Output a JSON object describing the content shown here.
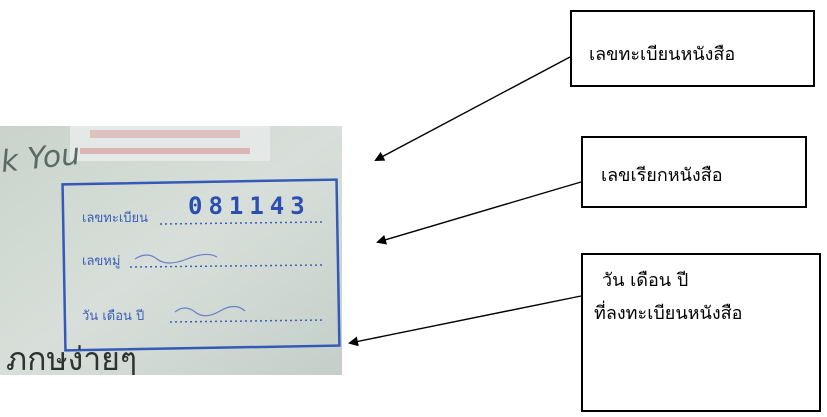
{
  "callouts": {
    "registration_number": "เลขทะเบียนหนังสือ",
    "call_number": "เลขเรียกหนังสือ",
    "date_line1": "วัน เดือน ปี",
    "date_line2": "ที่ลงทะเบียนหนังสือ"
  },
  "photo": {
    "top_text": "k You",
    "stamp_number": "081143",
    "field_registration": "เลขทะเบียน",
    "field_call_number": "เลขหมู่",
    "field_date": "วัน เดือน ปี",
    "bottom_text": "ภกษง่ายๆ"
  },
  "colors": {
    "stamp_ink": "#2a4fb0",
    "paper": "#cfd8cf",
    "arrow": "#000000"
  }
}
